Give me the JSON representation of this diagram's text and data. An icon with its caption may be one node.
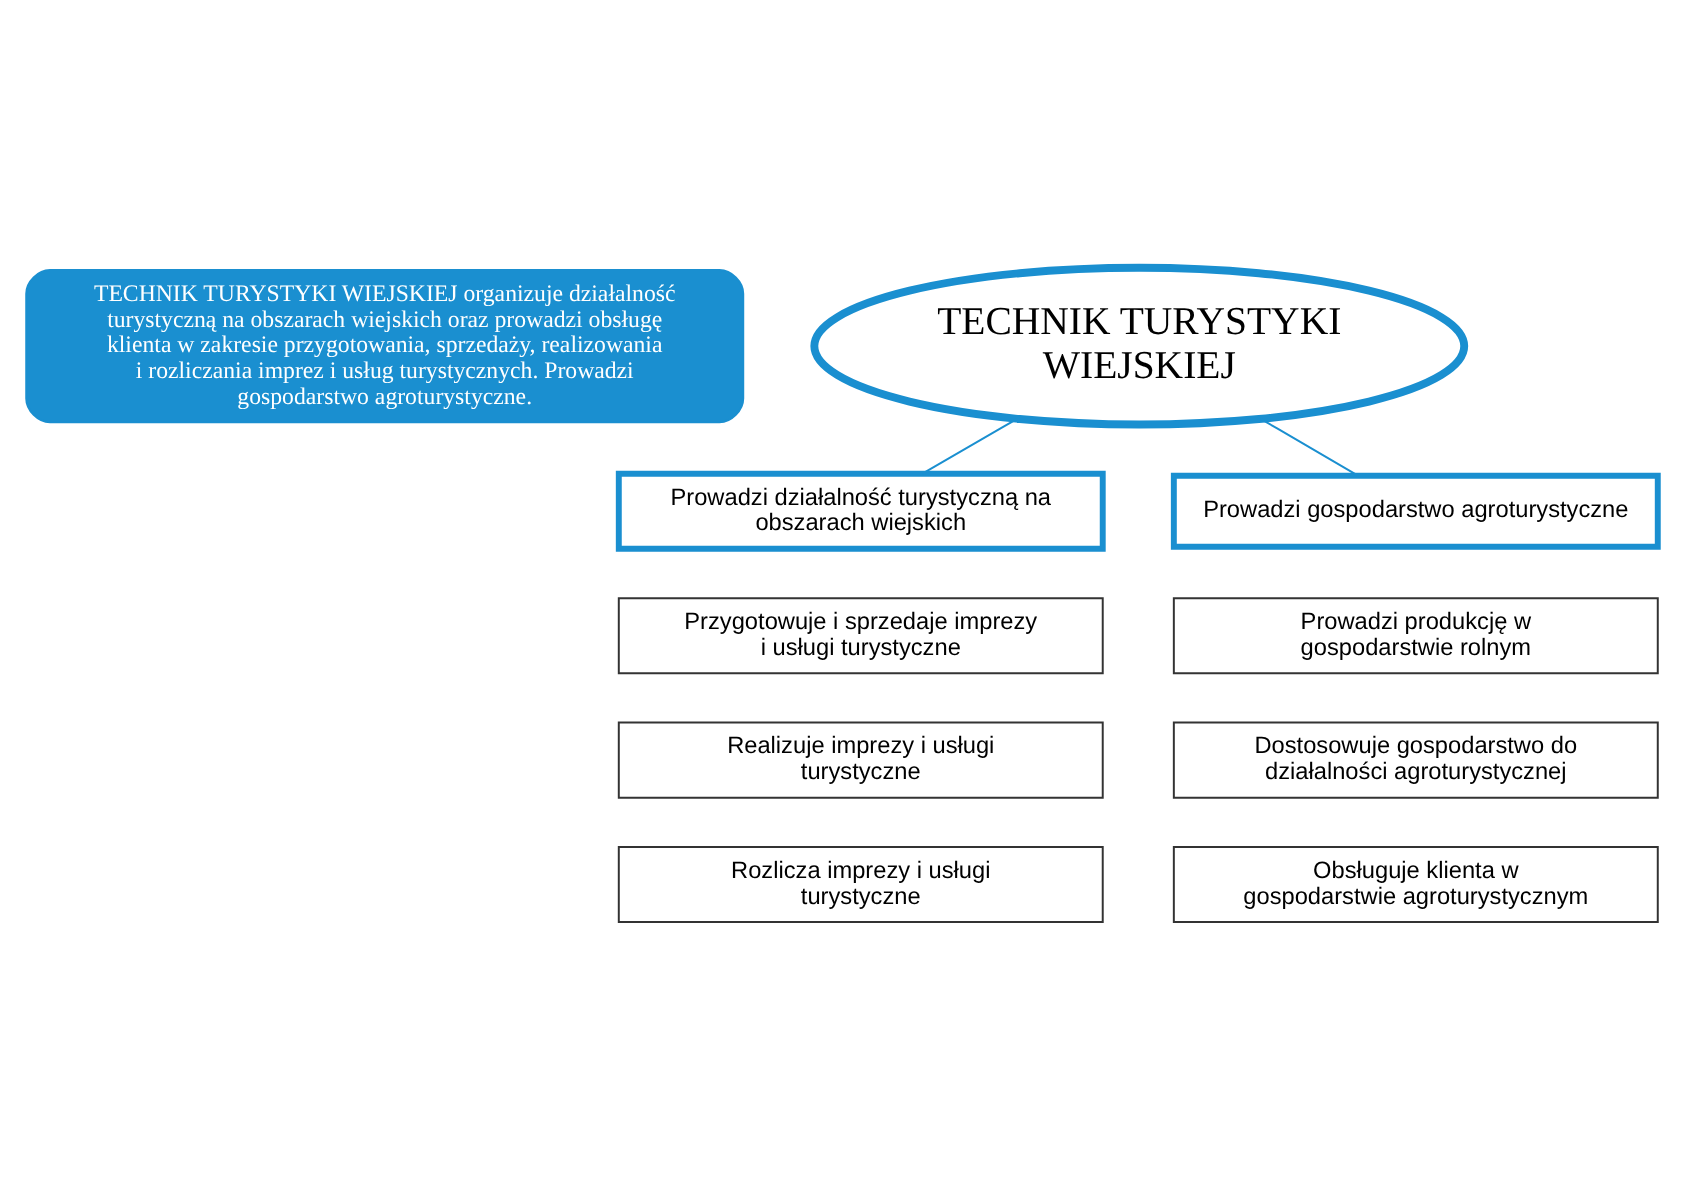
{
  "diagram": {
    "nodes": [
      {
        "text": [
          "TECHNIK TURYSTYKI WIEJSKIEJ organizuje działalność turystyczną na obszarach wiejskich oraz prowadzi obsługę klienta w zakresie przygotowania, sprzedaży, realizowania i rozliczania imprez i usług turystycznych. Prowadzi gospodarstwo agroturystyczne."
        ]
      },
      {
        "text": [
          "TECHNIK TURYSTYKI WIEJSKIEJ"
        ]
      },
      {
        "text": [
          "Prowadzi działalność turystyczną na obszarach wiejskich"
        ]
      },
      {
        "text": [
          "Prowadzi gospodarstwo agroturystyczne"
        ]
      },
      {
        "text": [
          "Przygotowuje i sprzedaje imprezy i usługi turystyczne"
        ]
      },
      {
        "text": [
          "Prowadzi produkcję w gospodarstwie rolnym"
        ]
      },
      {
        "text": [
          "Realizuje imprezy i usługi turystyczne"
        ]
      },
      {
        "text": [
          "Dostosowuje gospodarstwo do działalności agroturystycznej"
        ]
      },
      {
        "text": [
          "Rozlicza imprezy i usługi turystyczne"
        ]
      },
      {
        "text": [
          "Obsługuje klienta w gospodarstwie agroturystycznym"
        ]
      }
    ],
    "edges": [
      {
        "from": 1,
        "to": 2,
        "arrow": "none"
      },
      {
        "from": 1,
        "to": 3,
        "arrow": "none"
      }
    ]
  }
}
